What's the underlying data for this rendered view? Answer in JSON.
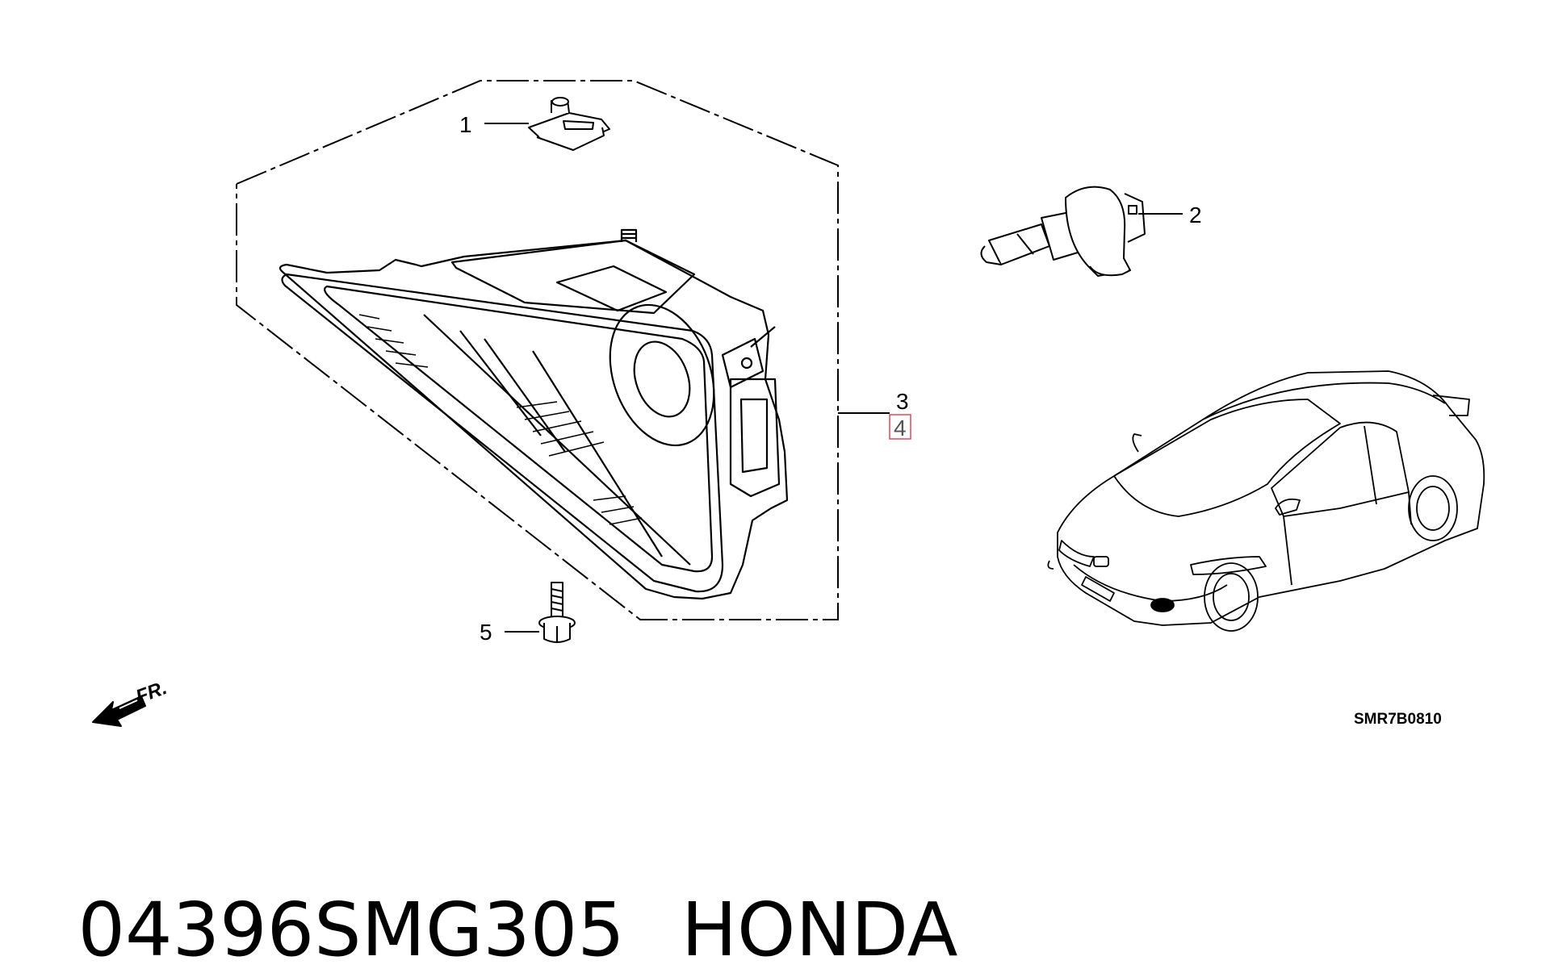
{
  "callouts": {
    "c1": "1",
    "c2": "2",
    "c3": "3",
    "c4": "4",
    "c5": "5"
  },
  "drawing_code": "SMR7B0810",
  "direction_label": "FR.",
  "caption": {
    "part_number": "04396SMG305",
    "brand": "HONDA"
  },
  "colors": {
    "line": "#000000",
    "highlight_box": "#e0485a",
    "background": "#ffffff"
  },
  "icons": [
    "front-direction-arrow-icon"
  ]
}
